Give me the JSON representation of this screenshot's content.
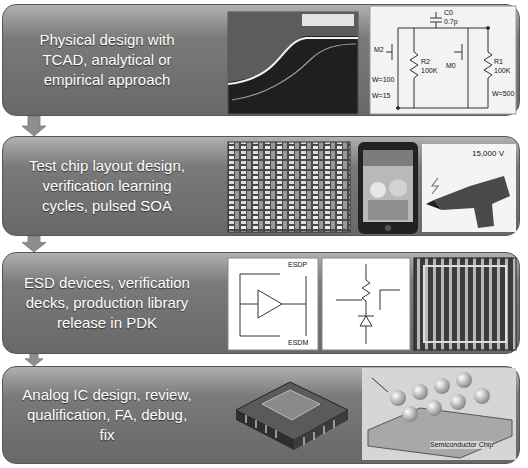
{
  "diagram": {
    "nodes": [
      {
        "text": [
          "Physical design with TCAD, analytical or empirical approach"
        ]
      },
      {
        "text": [
          "Test chip layout design, verification learning cycles, pulsed SOA"
        ]
      },
      {
        "text": [
          "ESD devices, verification decks, production library release in PDK"
        ]
      },
      {
        "text": [
          "Analog IC design, review, qualification, FA, debug, fix"
        ]
      }
    ],
    "edges": [
      {
        "from": 0,
        "to": 1,
        "arrow": "to"
      },
      {
        "from": 1,
        "to": 2,
        "arrow": "to"
      },
      {
        "from": 2,
        "to": 3,
        "arrow": "to"
      }
    ],
    "labels": [
      "C0",
      "0.7p",
      "M2",
      "W=100",
      "W=15",
      "R2",
      "100K",
      "M0",
      "R1",
      "100K",
      "W=500",
      "15,000 V",
      "ESDP",
      "ESDM",
      "Semiconductor Chip"
    ]
  }
}
